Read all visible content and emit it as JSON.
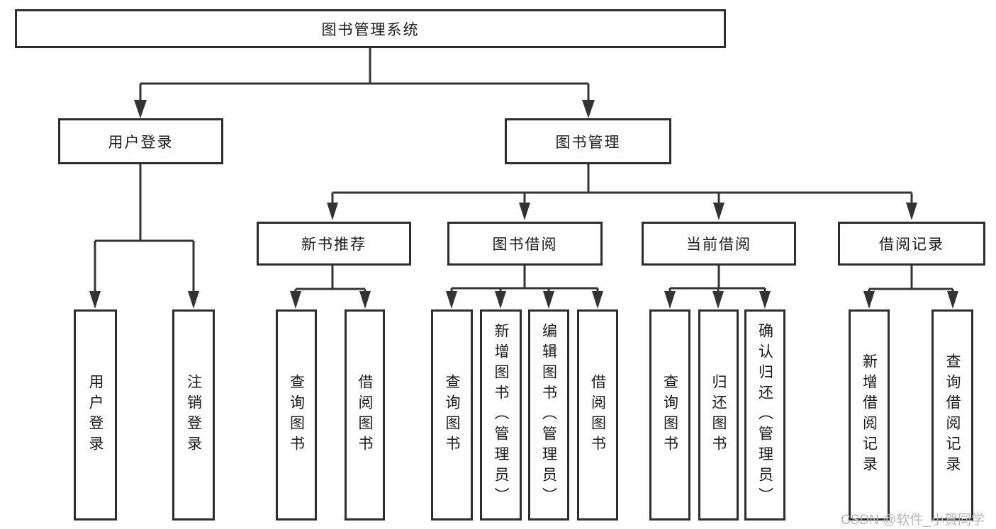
{
  "tree": {
    "root": {
      "label": "图书管理系统"
    },
    "branches": [
      {
        "label": "用户登录",
        "children": [
          {
            "label": "用户登录"
          },
          {
            "label": "注销登录"
          }
        ]
      },
      {
        "label": "图书管理",
        "children": [
          {
            "label": "新书推荐",
            "children": [
              {
                "label": "查询图书"
              },
              {
                "label": "借阅图书"
              }
            ]
          },
          {
            "label": "图书借阅",
            "children": [
              {
                "label": "查询图书"
              },
              {
                "label": "新增图书（管理员）"
              },
              {
                "label": "编辑图书（管理员）"
              },
              {
                "label": "借阅图书"
              }
            ]
          },
          {
            "label": "当前借阅",
            "children": [
              {
                "label": "查询图书"
              },
              {
                "label": "归还图书"
              },
              {
                "label": "确认归还（管理员）"
              }
            ]
          },
          {
            "label": "借阅记录",
            "children": [
              {
                "label": "新增借阅记录"
              },
              {
                "label": "查询借阅记录"
              }
            ]
          }
        ]
      }
    ]
  },
  "watermark": {
    "text": "CSDN @软件_小贺同学"
  },
  "colors": {
    "line": "#333333",
    "box_border": "#2d2d2d",
    "box_background": "#ffffff",
    "text": "#1a1a1a",
    "watermark": "#b9b9b9",
    "page_background": "#ffffff"
  }
}
